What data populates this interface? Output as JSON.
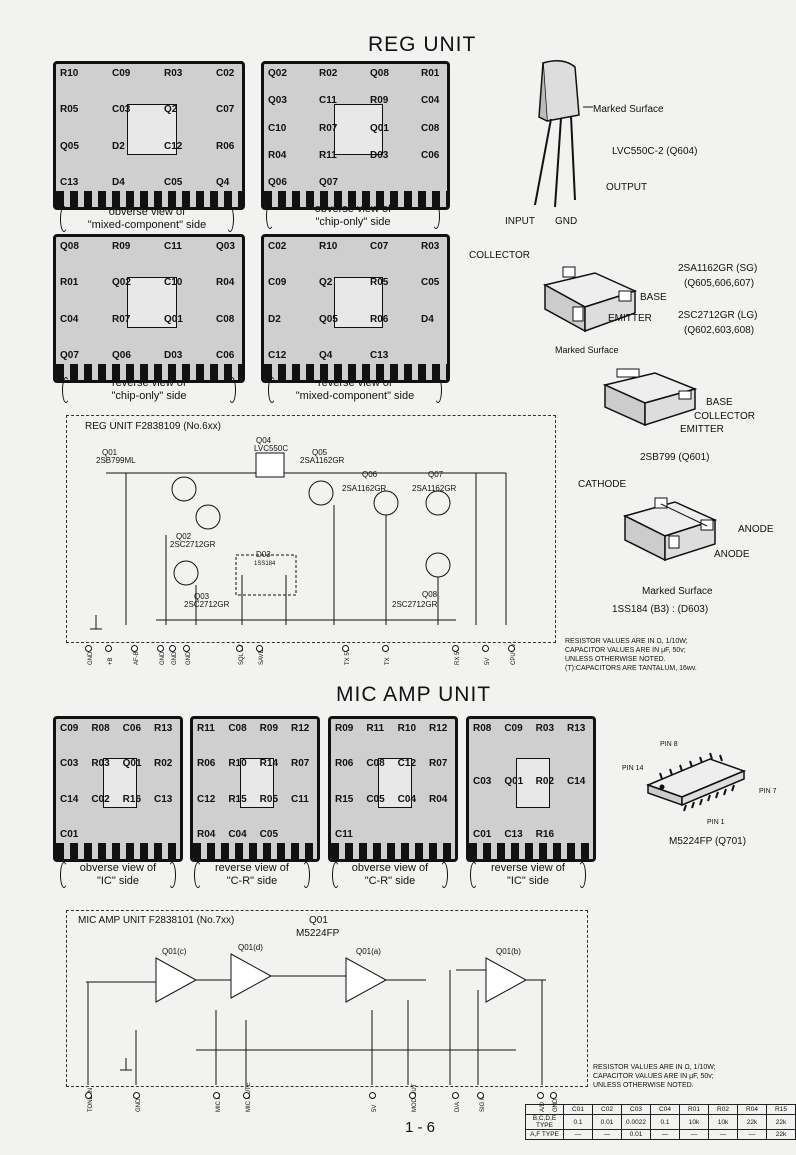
{
  "reg_title": "REG UNIT",
  "mic_title": "MIC AMP UNIT",
  "reg_boards": [
    {
      "line1": "obverse view of",
      "line2": "\"mixed-component\" side",
      "labels": [
        "R10",
        "C09",
        "R03",
        "C02",
        "R05",
        "C03",
        "Q2",
        "C07",
        "Q05",
        "D2",
        "C12",
        "R06",
        "C13",
        "D4",
        "C05",
        "Q4"
      ]
    },
    {
      "line1": "obverse view of",
      "line2": "\"chip-only\" side",
      "labels": [
        "Q02",
        "R02",
        "Q08",
        "R01",
        "Q03",
        "C11",
        "R09",
        "C04",
        "C10",
        "R07",
        "Q01",
        "C08",
        "R04",
        "R11",
        "D03",
        "C06",
        "Q06",
        "Q07"
      ]
    },
    {
      "line1": "reverse view of",
      "line2": "\"chip-only\" side",
      "labels": [
        "Q08",
        "R09",
        "C11",
        "Q03",
        "R01",
        "Q02",
        "C10",
        "R04",
        "C04",
        "R07",
        "Q01",
        "C08",
        "Q07",
        "Q06",
        "D03",
        "C06"
      ]
    },
    {
      "line1": "reverse view of",
      "line2": "\"mixed-component\" side",
      "labels": [
        "C02",
        "R10",
        "C07",
        "R03",
        "C09",
        "Q2",
        "R05",
        "C05",
        "D2",
        "Q05",
        "R06",
        "D4",
        "C12",
        "Q4",
        "C13"
      ]
    }
  ],
  "reg_parts": {
    "q604_label": "Marked Surface",
    "q604_name": "LVC550C-2 (Q604)",
    "q604_pins": [
      "INPUT",
      "GND",
      "OUTPUT"
    ],
    "sot_pins": [
      "COLLECTOR",
      "BASE",
      "EMITTER"
    ],
    "sot_marked": "Marked Surface",
    "sot_name1": "2SA1162GR (SG)",
    "sot_ref1": "(Q605,606,607)",
    "sot_name2": "2SC2712GR (LG)",
    "sot_ref2": "(Q602,603,608)",
    "sb_pins": [
      "BASE",
      "COLLECTOR",
      "EMITTER"
    ],
    "sb_name": "2SB799 (Q601)",
    "diode_pins": [
      "CATHODE",
      "ANODE",
      "ANODE"
    ],
    "diode_marked": "Marked Surface",
    "diode_name": "1SS184 (B3) : (D603)"
  },
  "reg_schematic": {
    "title": "REG UNIT F2838109 (No.6xx)",
    "parts": [
      "Q04",
      "LVC550C",
      "Q01",
      "2SB799ML",
      "Q05",
      "2SA1162GR",
      "Q06",
      "2SA1162GR",
      "Q07",
      "2SA1162GR",
      "Q02",
      "2SC2712GR",
      "Q03",
      "2SC2712GR",
      "Q08",
      "2SC2712GR",
      "D03",
      "1SS184"
    ],
    "pins": [
      "GND",
      "+B",
      "AF-B",
      "GND",
      "GND",
      "GND",
      "SQL 5V",
      "SAVE",
      "TX 5V",
      "TX",
      "RX 5V",
      "5V",
      "CPU 5V"
    ],
    "notes": [
      "RESISTOR VALUES ARE IN Ω, 1/10W;",
      "CAPACITOR VALUES ARE IN μF, 50v;",
      "UNLESS OTHERWISE NOTED.",
      "(T):CAPACITORS ARE TANTALUM, 16wv."
    ]
  },
  "mic_boards": [
    {
      "line1": "obverse view of",
      "line2": "\"IC\" side",
      "labels": [
        "C09",
        "R08",
        "C06",
        "R13",
        "C03",
        "R03",
        "Q01",
        "R02",
        "C14",
        "C02",
        "R16",
        "C13",
        "C01"
      ]
    },
    {
      "line1": "reverse view of",
      "line2": "\"C-R\" side",
      "labels": [
        "R11",
        "C08",
        "R09",
        "R12",
        "R06",
        "R10",
        "R14",
        "R07",
        "C12",
        "R15",
        "R05",
        "C11",
        "R04",
        "C04",
        "C05"
      ]
    },
    {
      "line1": "obverse view of",
      "line2": "\"C-R\" side",
      "labels": [
        "R09",
        "R11",
        "R10",
        "R12",
        "R06",
        "C08",
        "C12",
        "R07",
        "R15",
        "C05",
        "C04",
        "R04",
        "C11"
      ]
    },
    {
      "line1": "reverse view of",
      "line2": "\"IC\" side",
      "labels": [
        "R08",
        "C09",
        "R03",
        "R13",
        "C03",
        "Q01",
        "R02",
        "C14",
        "C01",
        "C13",
        "R16"
      ]
    }
  ],
  "mic_parts": {
    "pins": [
      "PIN 8",
      "PIN 14",
      "PIN 7",
      "PIN 1"
    ],
    "name": "M5224FP (Q701)"
  },
  "mic_schematic": {
    "title": "MIC AMP UNIT F2838101 (No.7xx)",
    "q01": "Q01",
    "ic": "M5224FP",
    "opamps": [
      "Q01(c)",
      "Q01(d)",
      "Q01(a)",
      "Q01(b)"
    ],
    "pins": [
      "TONE IN",
      "GND",
      "MIC IN",
      "MIC MUTE",
      "5V",
      "MOD OUT",
      "D/A",
      "SIG IN",
      "A/D",
      "GND"
    ],
    "notes": [
      "RESISTOR VALUES ARE IN Ω, 1/10W;",
      "CAPACITOR VALUES ARE IN μF, 50v;",
      "UNLESS OTHERWISE NOTED."
    ]
  },
  "value_table": {
    "headers": [
      "",
      "C01",
      "C02",
      "C03",
      "C04",
      "R01",
      "R02",
      "R04",
      "R15"
    ],
    "rows": [
      [
        "B,C,D,E TYPE",
        "0.1",
        "0.01",
        "0.0022",
        "0.1",
        "10k",
        "10k",
        "22k",
        "22k"
      ],
      [
        "A,F TYPE",
        "—",
        "—",
        "0.01",
        "—",
        "—",
        "—",
        "—",
        "22k"
      ]
    ]
  },
  "page_number": "1 - 6"
}
